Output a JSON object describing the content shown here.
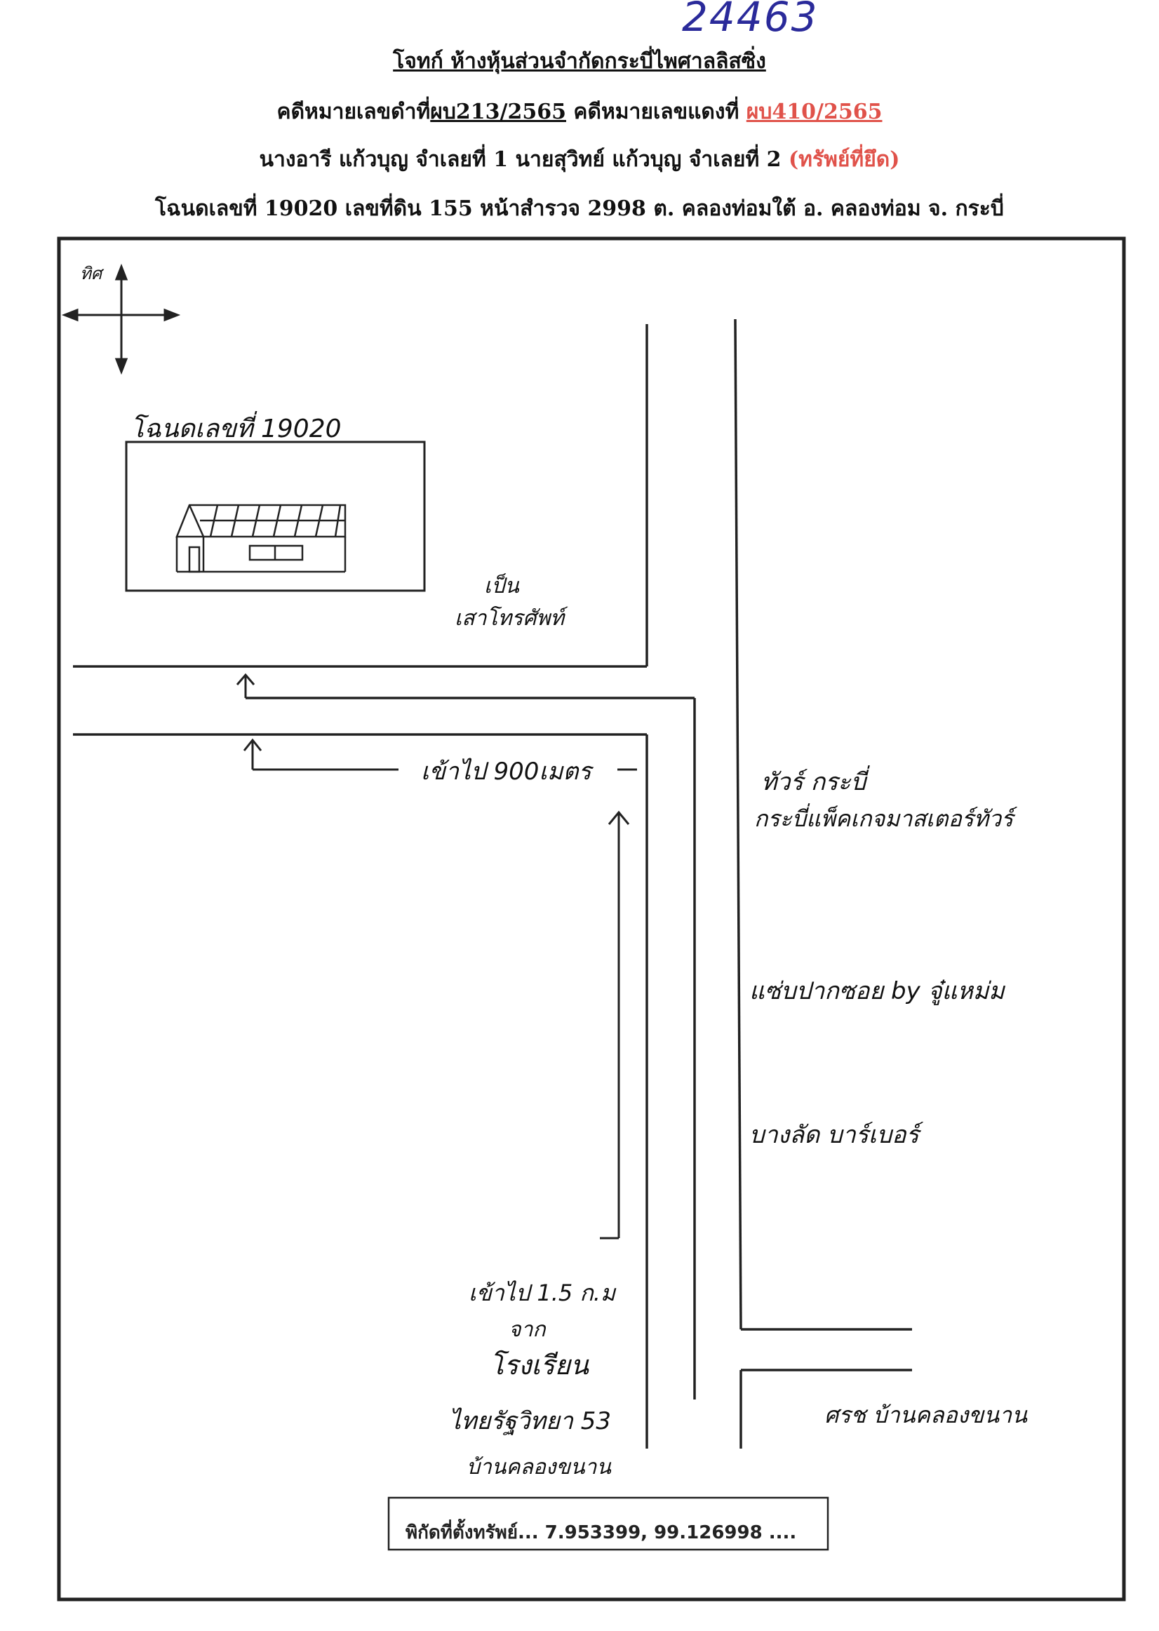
{
  "stamp_number": "24463",
  "header": {
    "line1": "โจทก์  ห้างหุ้นส่วนจำกัดกระบี่ไพศาลลิสซิ่ง",
    "line2_prefix": "คดีหมายเลขดำที่",
    "black_case": "ผบ213/2565",
    "line2_mid": "  คดีหมายเลขแดงที่  ",
    "red_case": "ผบ410/2565",
    "line3_text": "นางอารี  แก้วบุญ  จำเลยที่ 1  นายสุวิทย์   แก้วบุญ จำเลยที่ 2  ",
    "seized_label": "(ทรัพย์ที่ยึด)",
    "line4": "โฉนดเลขที่ 19020  เลขที่ดิน  155 หน้าสำรวจ 2998  ต. คลองท่อมใต้  อ. คลองท่อม จ. กระบี่"
  },
  "map": {
    "compass_label": "ทิศ",
    "deed_label": "โฉนดเลขที่ 19020",
    "pole_line1": "เป็น",
    "pole_line2": "เสาโทรศัพท์",
    "enter_900": "เข้าไป  900เมตร",
    "landmark_tour1": "ทัวร์ กระบี่",
    "landmark_tour2": "กระบี่แพ็คเกจมาสเตอร์ทัวร์",
    "landmark_food": "แซ่บปากซอย by จู๋แหม่ม",
    "landmark_barber": "บางลัด บาร์เบอร์",
    "enter_15km": "เข้าไป  1.5 ก.ม",
    "from_label": "จาก",
    "school_label": "โรงเรียน",
    "school_name": "ไทยรัฐวิทยา 53",
    "village_left": "บ้านคลองขนาน",
    "village_right": "ศรช  บ้านคลองขนาน",
    "coordinates": "พิกัดที่ตั้งทรัพย์... 7.953399, 99.126998 ...."
  }
}
